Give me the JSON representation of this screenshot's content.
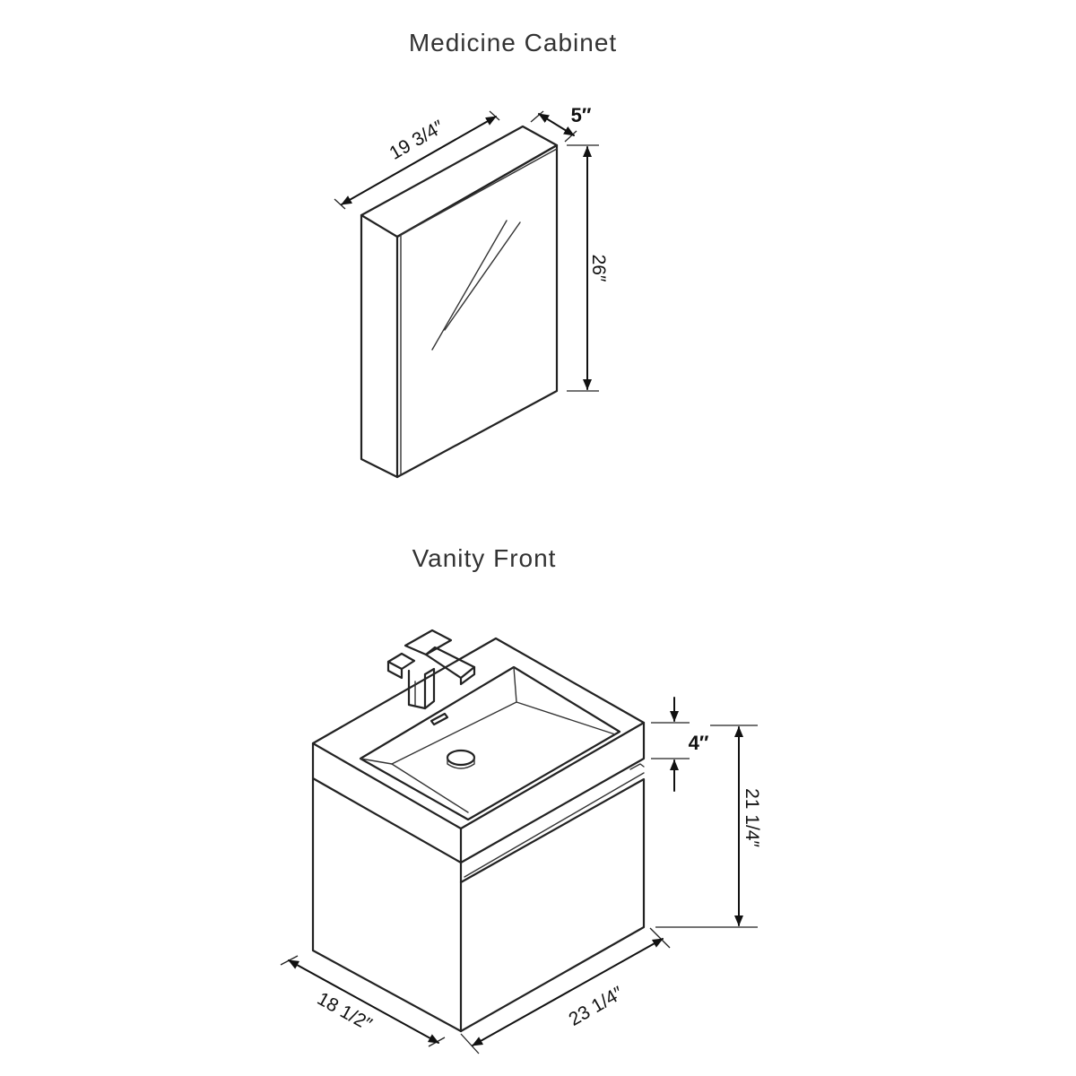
{
  "medicine_cabinet": {
    "title": "Medicine Cabinet",
    "width_label": "19 3/4″",
    "depth_label": "5″",
    "height_label": "26″"
  },
  "vanity": {
    "title": "Vanity Front",
    "top_thickness_label": "4″",
    "height_label": "21 1/4″",
    "depth_label": "18 1/2″",
    "width_label": "23 1/4″"
  }
}
